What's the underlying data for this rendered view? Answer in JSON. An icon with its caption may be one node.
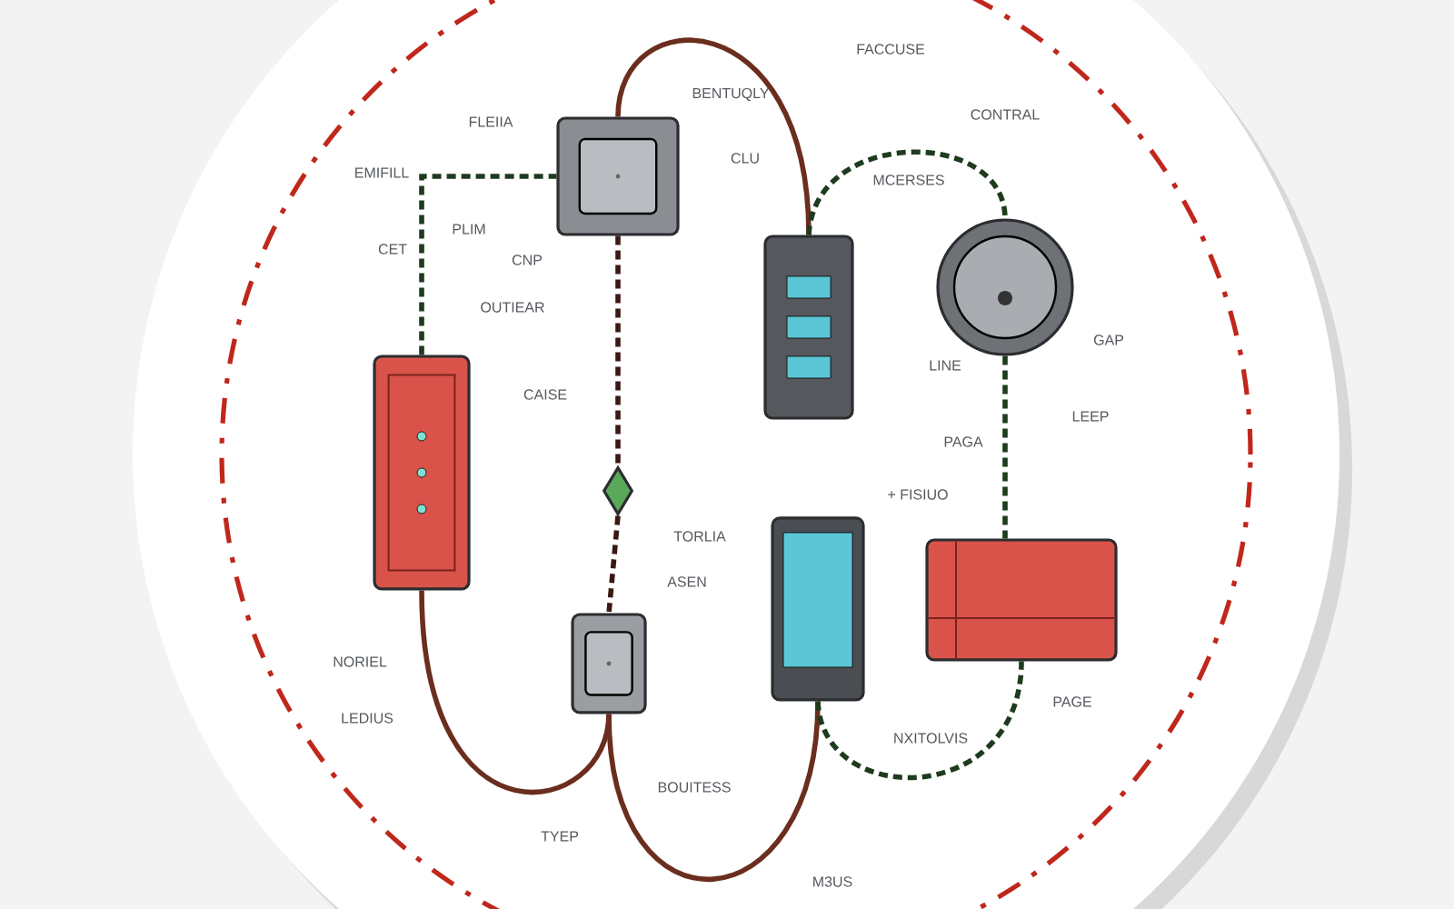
{
  "diagram": {
    "nodes": [
      {
        "text": [],
        "shape": "box"
      },
      {
        "text": [],
        "shape": "box"
      },
      {
        "text": [],
        "shape": "box"
      },
      {
        "text": [],
        "shape": "circle"
      },
      {
        "text": [],
        "shape": "diamond"
      },
      {
        "text": [],
        "shape": "box"
      },
      {
        "text": [],
        "shape": "box"
      },
      {
        "text": [],
        "shape": "box"
      }
    ],
    "edges": [
      {
        "from": 0,
        "to": 1,
        "arrow": "none",
        "style": "dashed"
      },
      {
        "from": 1,
        "to": 2,
        "arrow": "none",
        "color": "#6b2e1e"
      },
      {
        "from": 2,
        "to": 3,
        "arrow": "none",
        "style": "dashed"
      },
      {
        "from": 3,
        "to": 7,
        "arrow": "none",
        "style": "dashed"
      },
      {
        "from": 1,
        "to": 4,
        "arrow": "none",
        "style": "dashed",
        "color": "#3a1812"
      },
      {
        "from": 4,
        "to": 5,
        "arrow": "none",
        "style": "dashed",
        "color": "#3a1812"
      },
      {
        "from": 0,
        "to": 5,
        "arrow": "none",
        "color": "#6b2e1e"
      },
      {
        "from": 5,
        "to": 6,
        "arrow": "none",
        "color": "#6b2e1e"
      },
      {
        "from": 6,
        "to": 7,
        "arrow": "none",
        "style": "dashed"
      }
    ],
    "labels": [
      "FACCUSE",
      "BENTUQLY",
      "CONTRAL",
      "FLEIIA",
      "CLU",
      "MCERSES",
      "EMIFILL",
      "PLIM",
      "CET",
      "CNP",
      "OUTIEAR",
      "GAP",
      "LINE",
      "CAISE",
      "LEEP",
      "PAGA",
      "+ FISIUO",
      "TORLIA",
      "ASEN",
      "NORIEL",
      "PAGE",
      "LEDIUS",
      "NXITOLVIS",
      "BOUITESS",
      "TYEP",
      "M3US"
    ]
  }
}
